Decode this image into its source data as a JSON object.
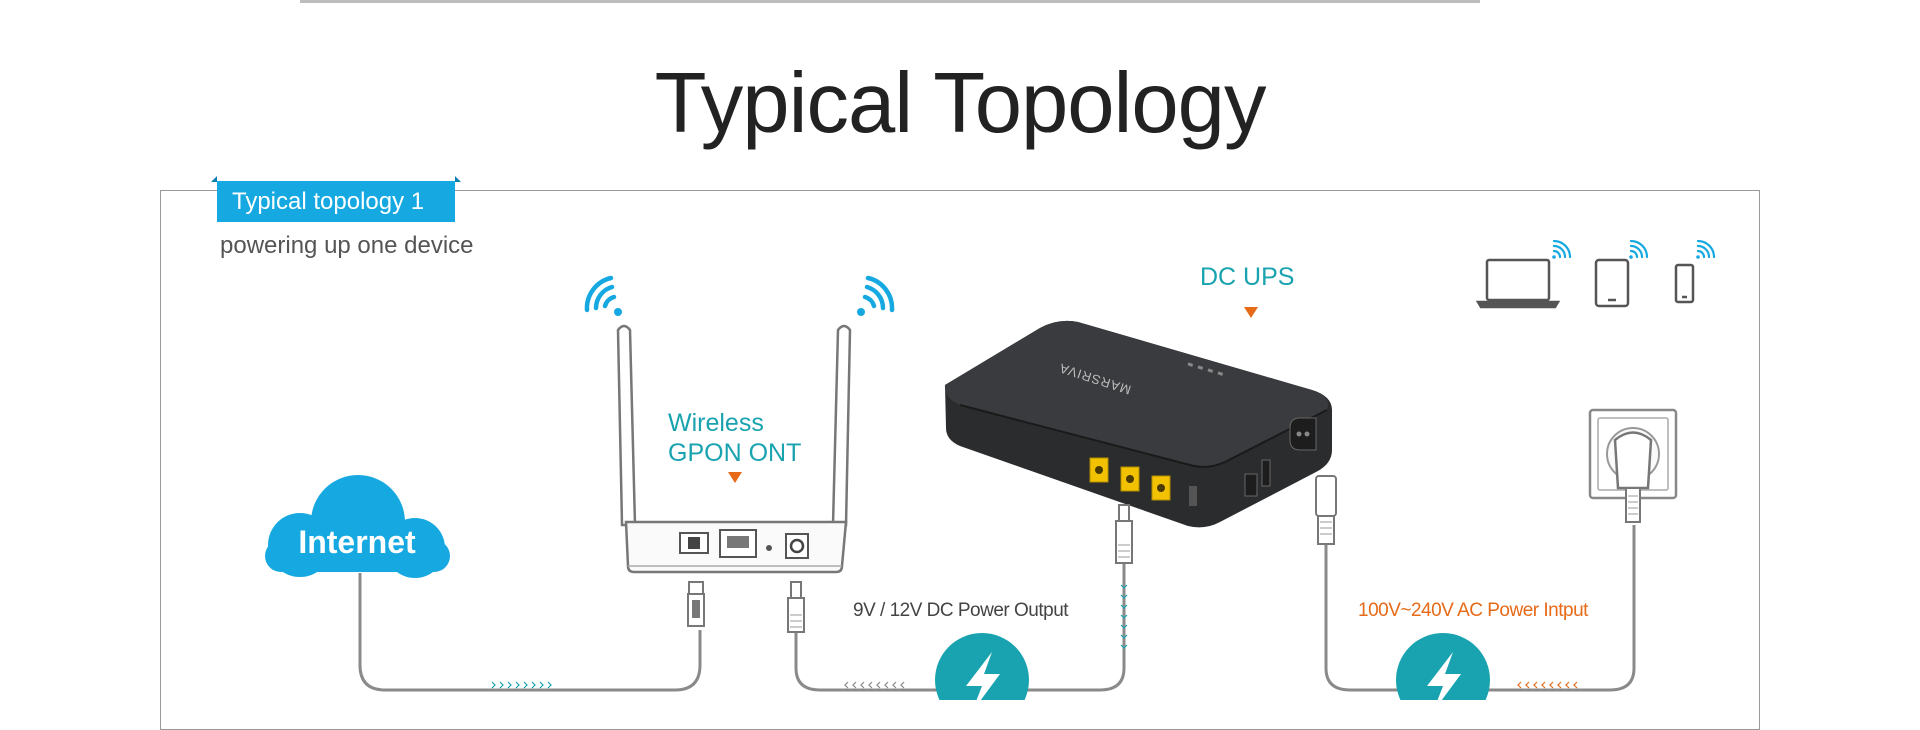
{
  "page": {
    "title": "Typical Topology"
  },
  "topology": {
    "tab_label": "Typical topology 1",
    "subtitle": "powering up one device"
  },
  "devices": {
    "dc_ups_label": "DC UPS",
    "ont_label_line1": "Wireless",
    "ont_label_line2": "GPON ONT",
    "internet_label": "Internet",
    "ups_brand": "MARSRIVA"
  },
  "connections": {
    "dc_output_label": "9V / 12V DC Power Output",
    "ac_input_label": "100V~240V AC Power Intput"
  },
  "colors": {
    "accent_blue": "#16a9e1",
    "teal": "#19a3b0",
    "orange": "#e66a17"
  }
}
